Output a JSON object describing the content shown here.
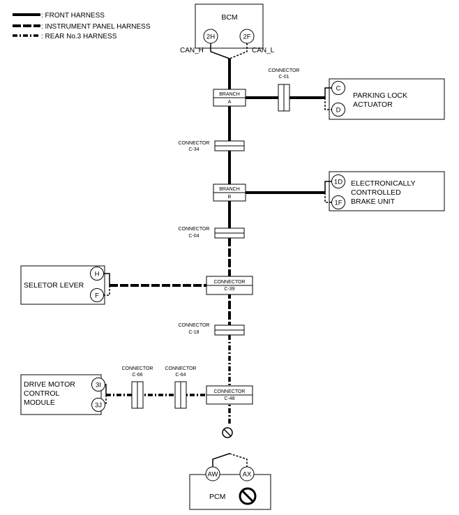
{
  "legend": {
    "front": ": FRONT HARNESS",
    "instrument": ": INSTRUMENT PANEL HARNESS",
    "rear": ": REAR No.3 HARNESS"
  },
  "bcm": {
    "title": "BCM",
    "pin_h": "2H",
    "pin_l": "2F",
    "can_h": "CAN_H",
    "can_l": "CAN_L"
  },
  "parking": {
    "line1": "PARKING LOCK",
    "line2": "ACTUATOR",
    "pin1": "C",
    "pin2": "D"
  },
  "brake": {
    "line1": "ELECTRONICALLY",
    "line2": "CONTROLLED",
    "line3": "BRAKE UNIT",
    "pin1": "1D",
    "pin2": "1F"
  },
  "selector": {
    "label": "SELETOR LEVER",
    "pin1": "H",
    "pin2": "F"
  },
  "drive": {
    "line1": "DRIVE MOTOR",
    "line2": "CONTROL",
    "line3": "MODULE",
    "pin1": "3I",
    "pin2": "3J"
  },
  "pcm": {
    "label": "PCM",
    "pin1": "AW",
    "pin2": "AX"
  },
  "branches": {
    "a_top": "BRANCH",
    "a_bot": "A",
    "b_top": "BRANCH",
    "b_bot": "B"
  },
  "connectors": {
    "word": "CONNECTOR",
    "c01": "C-01",
    "c34": "C-34",
    "c04": "C-04",
    "c39": "C-39",
    "c18": "C-18",
    "c66": "C-66",
    "c64": "C-64",
    "c48": "C-48"
  }
}
